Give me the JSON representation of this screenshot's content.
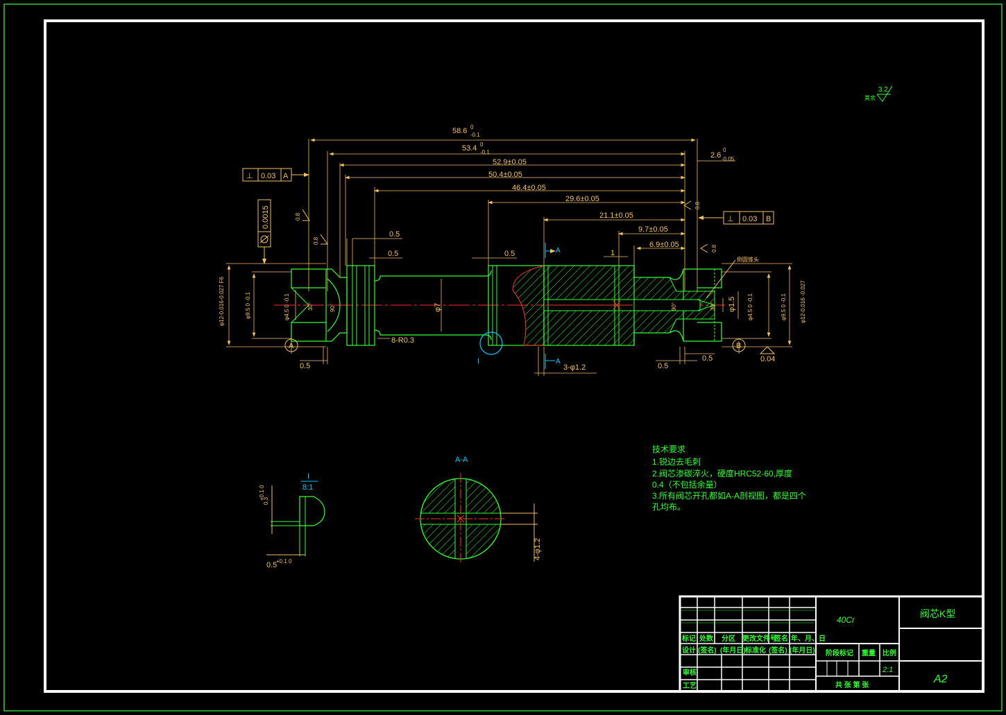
{
  "roughness_other": {
    "label": "其余",
    "value": "3.2"
  },
  "dims": {
    "d58_6": "58.6",
    "d58_6_up": "0",
    "d58_6_lo": "-0.1",
    "d53_4": "53.4",
    "d53_4_up": "0",
    "d53_4_lo": "-0.1",
    "d52_9": "52.9±0.05",
    "d50_4": "50.4±0.05",
    "d46_4": "46.4±0.05",
    "d29_6": "29.6±0.05",
    "d21_1": "21.1±0.05",
    "d9_7": "9.7±0.05",
    "d6_9": "6.9±0.05",
    "d2_6": "2.6",
    "d2_6_up": "0",
    "d2_6_lo": "-0.05",
    "v0_5": "0.5",
    "v1": "1",
    "r8": "8-R0.3",
    "holes3": "3-φ1.2",
    "phi7": "φ7",
    "phi1_5": "φ1.5",
    "phi12_left": "φ12-0.016-0.027 F6",
    "phi9_5_left": "φ9.5 0 -0.1",
    "phi4_5_left": "φ4.5 0 -0.1",
    "phi4_5_right": "φ4.5 0 -0.1",
    "phi9_5_right": "φ9.5 0 -0.1",
    "phi12_right": "φ12-0.016 -0.027",
    "ang90": "90°",
    "ang30": "30°",
    "rough08": "0.8",
    "circ": "0.0015",
    "runout": "0.04",
    "note_tip": "倒圆锥头"
  },
  "tol_left": {
    "symbol": "⊥",
    "value": "0.03",
    "datum": "A"
  },
  "tol_right": {
    "symbol": "⊥",
    "value": "0.03",
    "datum": "B"
  },
  "datum_a": "A",
  "datum_b": "B",
  "section_mark": "A",
  "detail_mark": "I",
  "section_title": "A-A",
  "section_hole_dim": "4-φ1.2",
  "detail": {
    "label": "I",
    "scale": "8:1",
    "d_top": "0.3",
    "d_top_tol": "+0.1 0",
    "d_bot": "0.5",
    "d_bot_tol": "+0.1 0"
  },
  "tech": {
    "title": "技术要求",
    "l1": "1.锐边去毛刺",
    "l2": "2.阀芯渗碳淬火，硬度HRC52-60,厚度",
    "l3": "0.4（不包括余量）",
    "l4": "3.所有阀芯开孔都如A-A剖视图，都是四个",
    "l5": "孔均布。"
  },
  "title_block": {
    "material": "40Cr",
    "part_name": "阀芯K型",
    "row_a": [
      "标记",
      "处数",
      "分区",
      "更改文件号",
      "签名",
      "年、月、日"
    ],
    "row_b": [
      "设计",
      "(签名)",
      "(年月日)",
      "标准化",
      "(签名)",
      "(年月日)"
    ],
    "stage": "阶段标记",
    "weight": "重量",
    "scale_lbl": "比例",
    "scale": "2:1",
    "review": "审核",
    "process": "工艺",
    "sheets": "共  张  第  张",
    "size": "A2"
  },
  "colors": {
    "frame": "#ffffff",
    "outline": "#33ff33",
    "dim": "#f5c066",
    "hatch": "#33ff33",
    "center": "#ff3333",
    "text": "#33ff33",
    "leader": "#00ccff"
  }
}
